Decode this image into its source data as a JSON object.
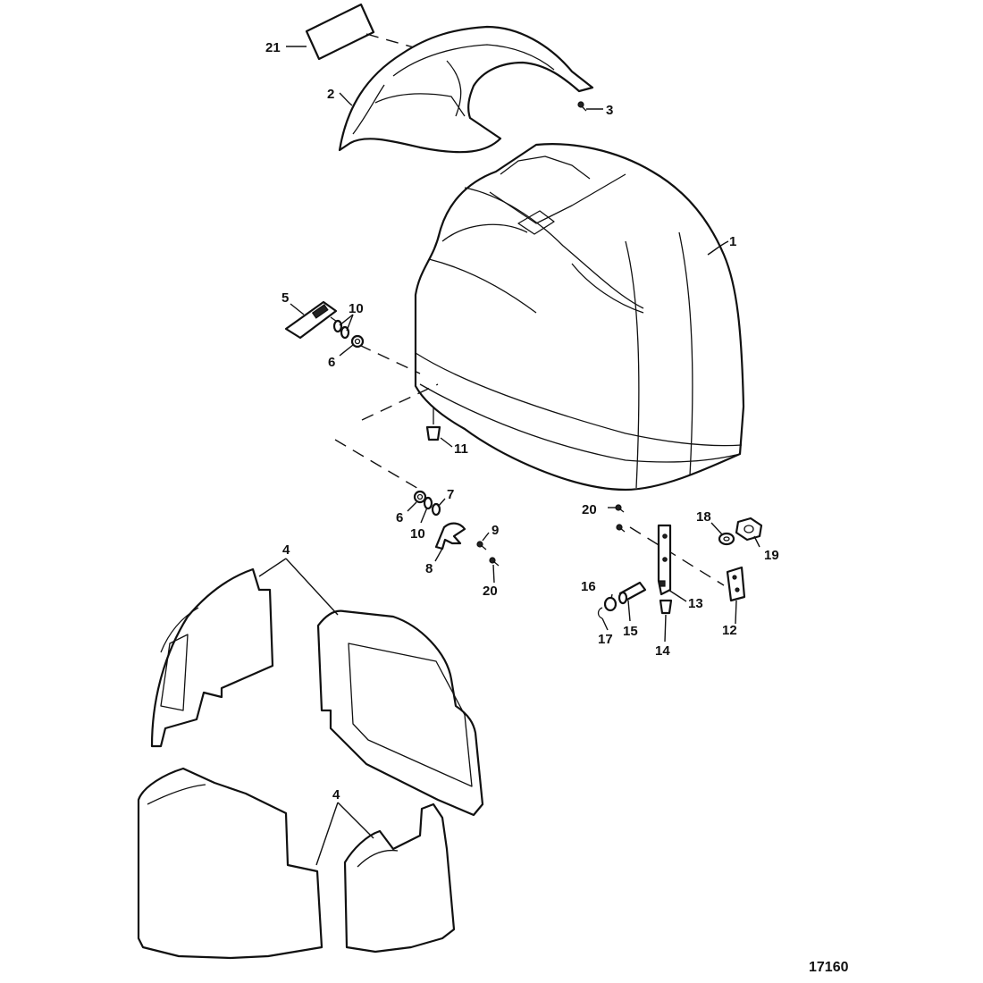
{
  "figure_number": "17160",
  "callouts": {
    "c1": "1",
    "c2": "2",
    "c3": "3",
    "c4a": "4",
    "c4b": "4",
    "c5": "5",
    "c6a": "6",
    "c6b": "6",
    "c7": "7",
    "c8": "8",
    "c9": "9",
    "c10a": "10",
    "c10b": "10",
    "c11": "11",
    "c12": "12",
    "c13": "13",
    "c14": "14",
    "c15": "15",
    "c16": "16",
    "c17": "17",
    "c18": "18",
    "c19": "19",
    "c20a": "20",
    "c20b": "20",
    "c21": "21"
  }
}
